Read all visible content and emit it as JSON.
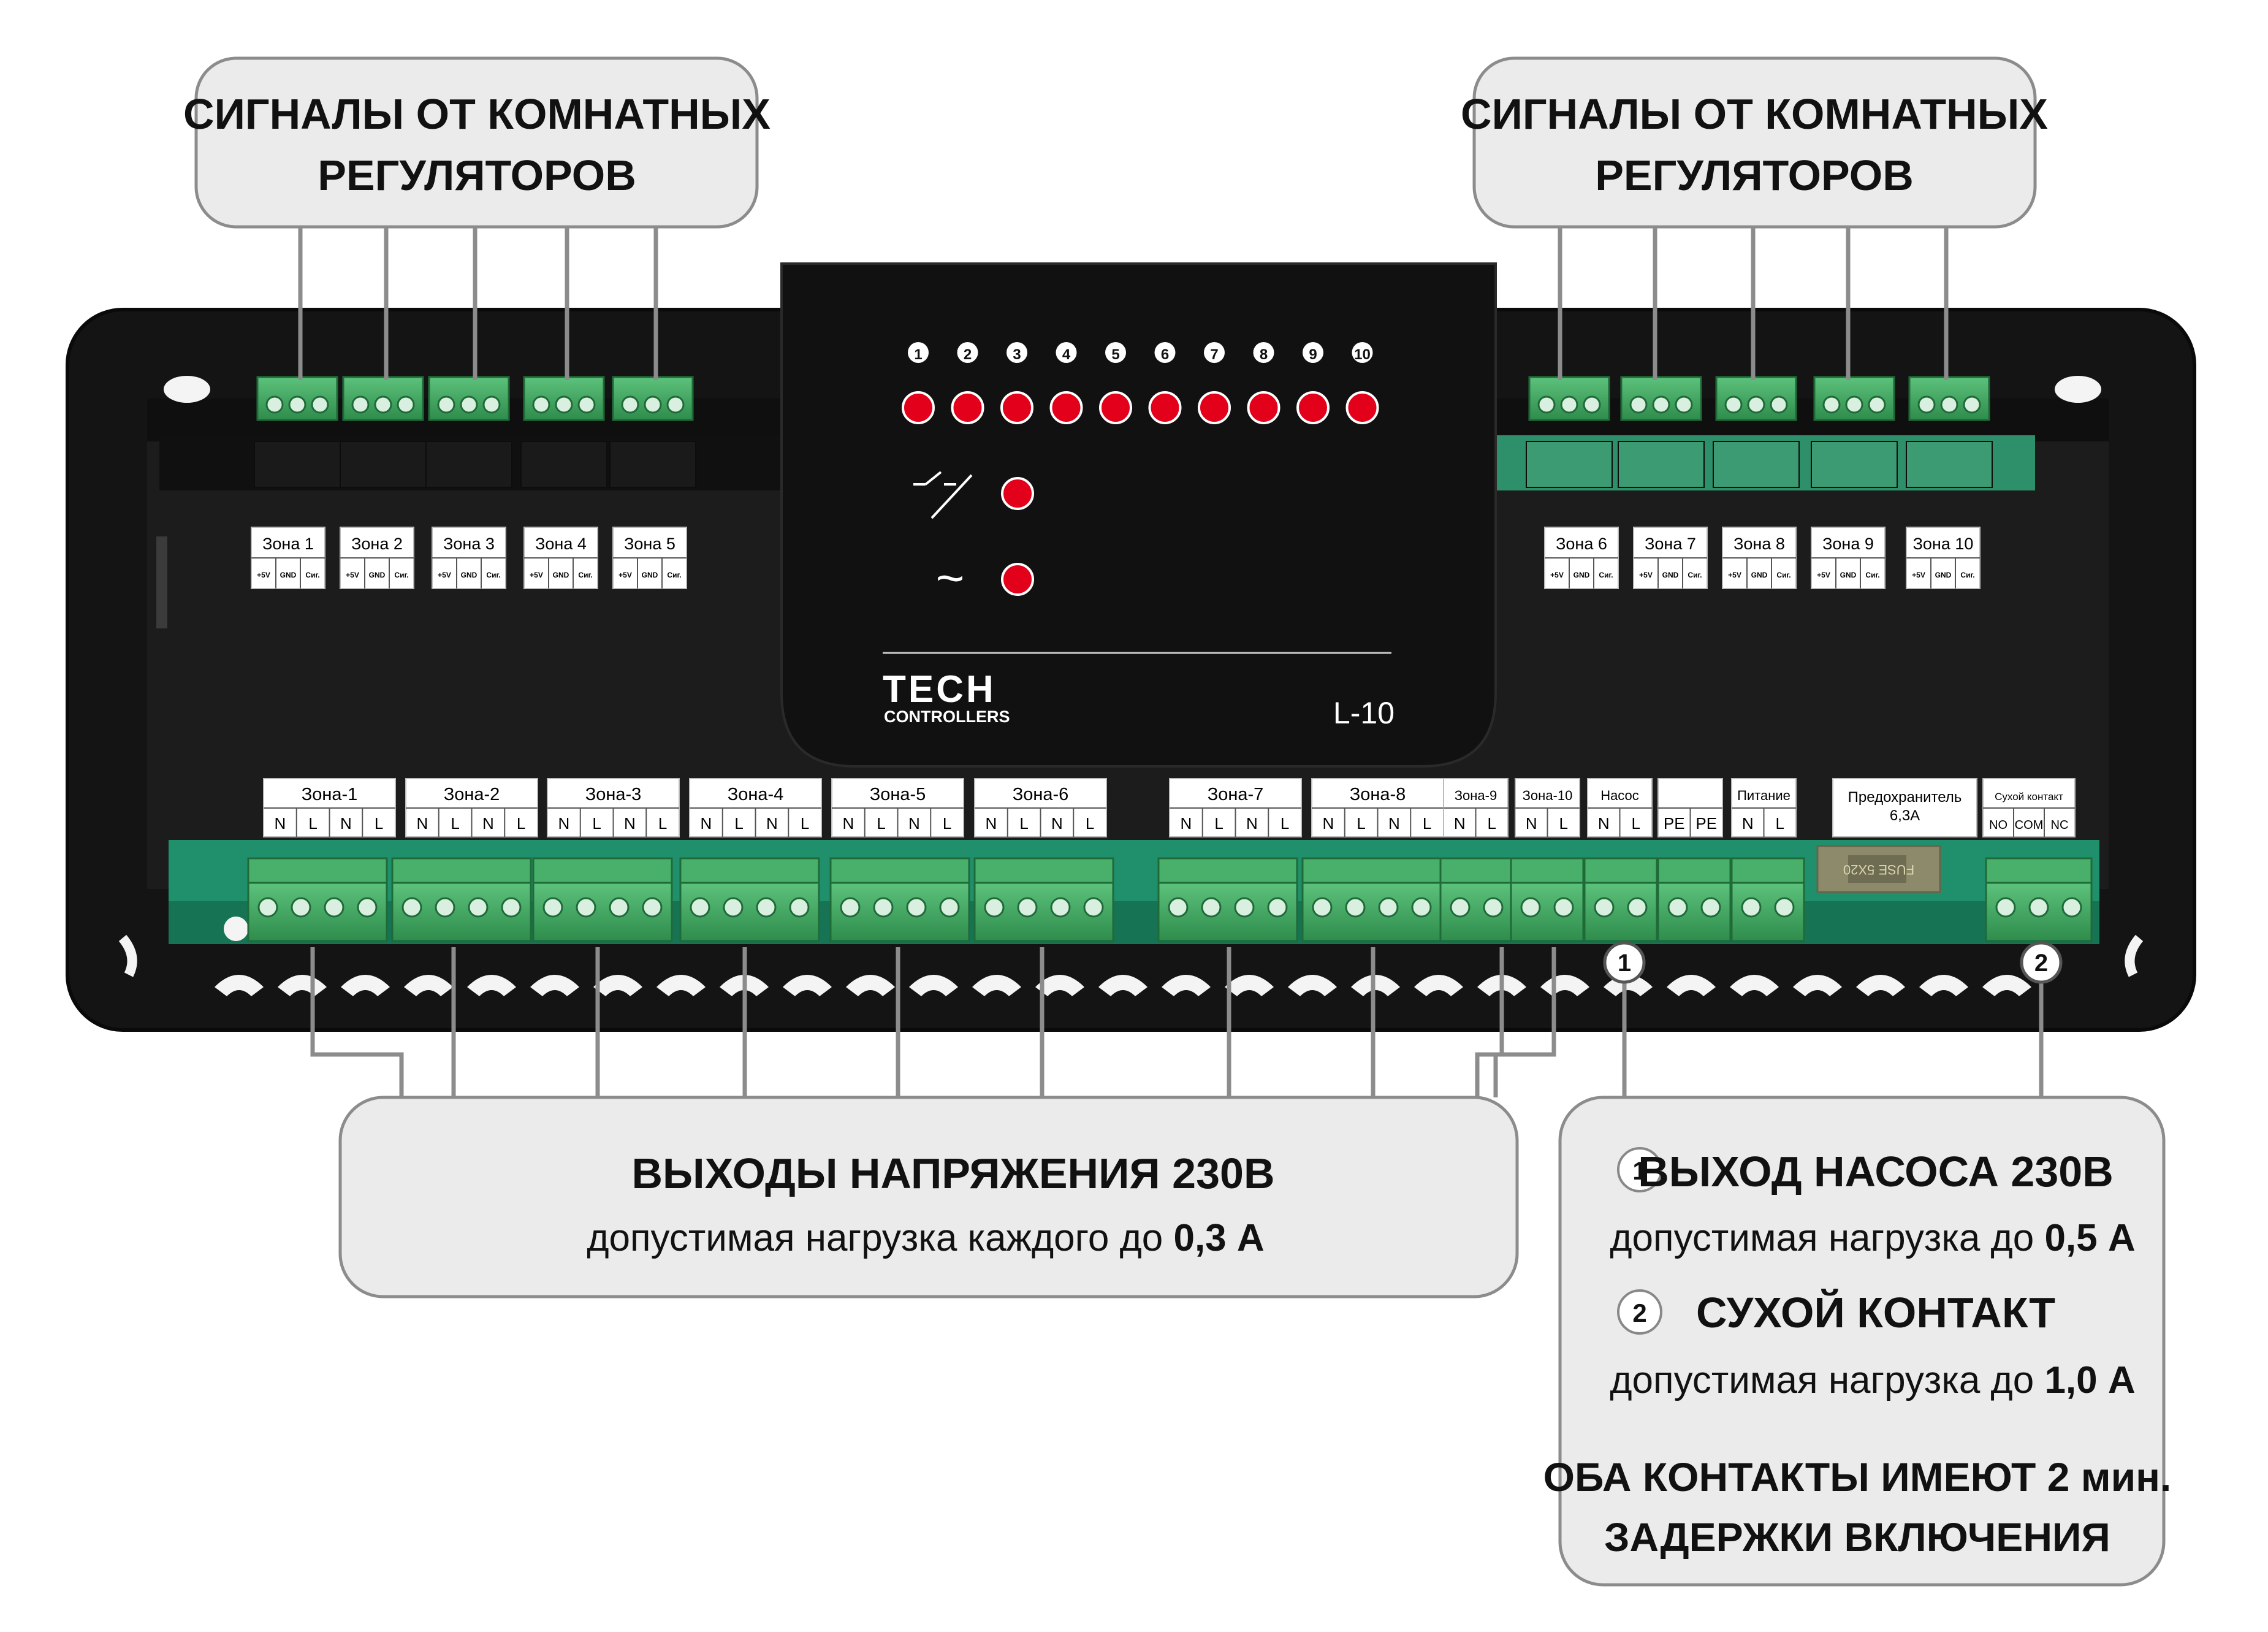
{
  "callouts": {
    "top_left": {
      "line1": "СИГНАЛЫ ОТ КОМНАТНЫХ",
      "line2": "РЕГУЛЯТОРОВ"
    },
    "top_right": {
      "line1": "СИГНАЛЫ ОТ КОМНАТНЫХ",
      "line2": "РЕГУЛЯТОРОВ"
    },
    "bottom_left": {
      "title": "ВЫХОДЫ НАПРЯЖЕНИЯ 230В",
      "sub_prefix": "допустимая нагрузка каждого до ",
      "sub_value": "0,3 А"
    },
    "bottom_right": {
      "pump_num": "1",
      "pump_title": "ВЫХОД НАСОСА 230В",
      "pump_prefix": "допустимая нагрузка до ",
      "pump_value": "0,5 А",
      "dry_num": "2",
      "dry_title": "СУХОЙ КОНТАКТ",
      "dry_prefix": "допустимая нагрузка до ",
      "dry_value": "1,0 А",
      "note_line1": "ОБА КОНТАКТЫ ИМЕЮТ 2 мин.",
      "note_line2": "ЗАДЕРЖКИ ВКЛЮЧЕНИЯ"
    }
  },
  "device": {
    "brand_top": "TECH",
    "brand_bottom": "CONTROLLERS",
    "model": "L-10",
    "led_numbers": [
      "1",
      "2",
      "3",
      "4",
      "5",
      "6",
      "7",
      "8",
      "9",
      "10"
    ],
    "relay_icon": "relay-switch-icon",
    "power_icon": "~",
    "led_color": "#e3001b",
    "terminal_color": "#3aa35c",
    "body_color": "#1c1c1c"
  },
  "top_zones": [
    {
      "name": "Зона 1",
      "pins": [
        "+5V",
        "GND",
        "Сиг."
      ]
    },
    {
      "name": "Зона 2",
      "pins": [
        "+5V",
        "GND",
        "Сиг."
      ]
    },
    {
      "name": "Зона 3",
      "pins": [
        "+5V",
        "GND",
        "Сиг."
      ]
    },
    {
      "name": "Зона 4",
      "pins": [
        "+5V",
        "GND",
        "Сиг."
      ]
    },
    {
      "name": "Зона 5",
      "pins": [
        "+5V",
        "GND",
        "Сиг."
      ]
    },
    {
      "name": "Зона 6",
      "pins": [
        "+5V",
        "GND",
        "Сиг."
      ]
    },
    {
      "name": "Зона 7",
      "pins": [
        "+5V",
        "GND",
        "Сиг."
      ]
    },
    {
      "name": "Зона 8",
      "pins": [
        "+5V",
        "GND",
        "Сиг."
      ]
    },
    {
      "name": "Зона 9",
      "pins": [
        "+5V",
        "GND",
        "Сиг."
      ]
    },
    {
      "name": "Зона 10",
      "pins": [
        "+5V",
        "GND",
        "Сиг."
      ]
    }
  ],
  "bottom_labels": [
    {
      "name": "Зона-1",
      "pins": [
        "N",
        "L",
        "N",
        "L"
      ]
    },
    {
      "name": "Зона-2",
      "pins": [
        "N",
        "L",
        "N",
        "L"
      ]
    },
    {
      "name": "Зона-3",
      "pins": [
        "N",
        "L",
        "N",
        "L"
      ]
    },
    {
      "name": "Зона-4",
      "pins": [
        "N",
        "L",
        "N",
        "L"
      ]
    },
    {
      "name": "Зона-5",
      "pins": [
        "N",
        "L",
        "N",
        "L"
      ]
    },
    {
      "name": "Зона-6",
      "pins": [
        "N",
        "L",
        "N",
        "L"
      ]
    },
    {
      "name": "Зона-7",
      "pins": [
        "N",
        "L",
        "N",
        "L"
      ]
    },
    {
      "name": "Зона-8",
      "pins": [
        "N",
        "L",
        "N",
        "L"
      ]
    },
    {
      "name": "Зона-9",
      "pins": [
        "N",
        "L"
      ]
    },
    {
      "name": "Зона-10",
      "pins": [
        "N",
        "L"
      ]
    },
    {
      "name": "Насос",
      "pins": [
        "N",
        "L"
      ]
    },
    {
      "name": "",
      "pins": [
        "PE",
        "PE"
      ]
    },
    {
      "name": "Питание",
      "pins": [
        "N",
        "L"
      ]
    },
    {
      "name": "Предохранитель\n6,3A",
      "pins": []
    },
    {
      "name": "Сухой контакт",
      "pins": [
        "NO",
        "COM",
        "NC"
      ]
    }
  ],
  "fuse_text": "FUSE 5X20",
  "markers": [
    "1",
    "2"
  ]
}
